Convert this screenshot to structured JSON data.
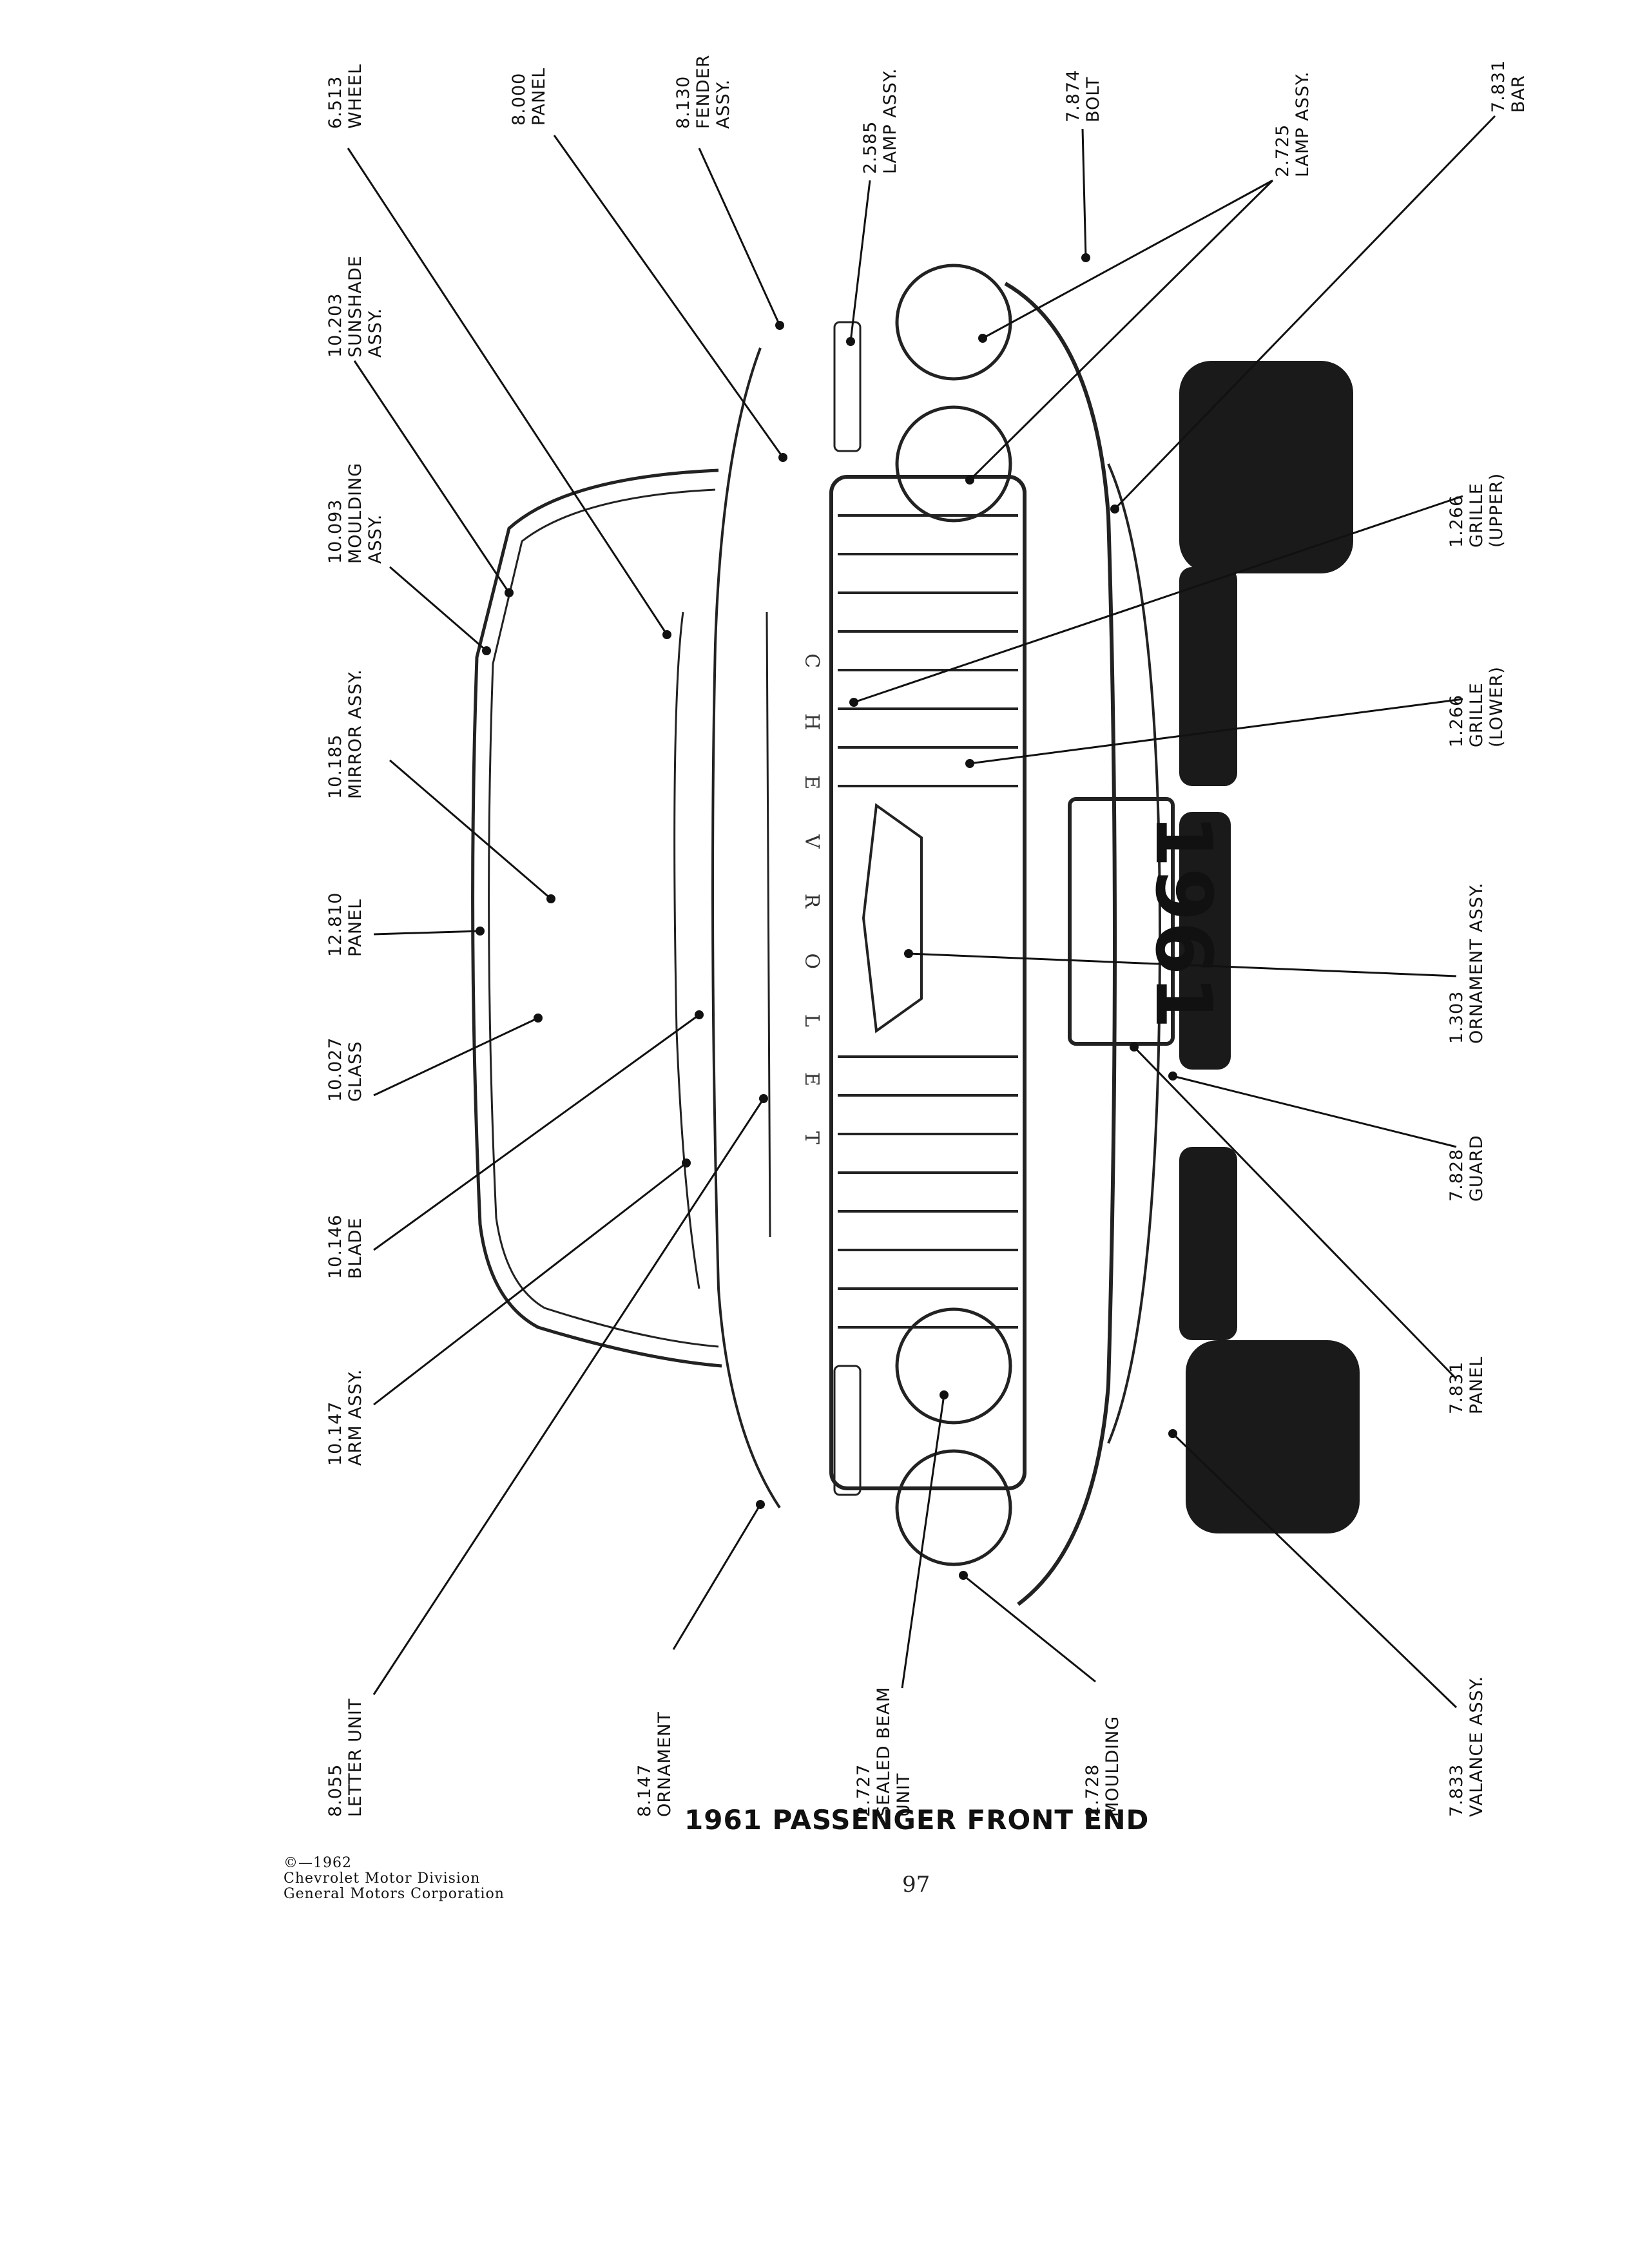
{
  "title": "1961 PASSENGER FRONT END",
  "page_number": "97",
  "copyright": [
    "©—1962",
    "Chevrolet Motor Division",
    "General Motors Corporation"
  ],
  "plate_text": "1961",
  "hood_lettering": "CHEVROLET",
  "labels": [
    {
      "code": "6.513",
      "lines": [
        "WHEEL"
      ]
    },
    {
      "code": "8.000",
      "lines": [
        "PANEL"
      ]
    },
    {
      "code": "8.130",
      "lines": [
        "FENDER",
        "ASSY."
      ]
    },
    {
      "code": "2.585",
      "lines": [
        "LAMP ASSY."
      ]
    },
    {
      "code": "7.874",
      "lines": [
        "BOLT"
      ]
    },
    {
      "code": "2.725",
      "lines": [
        "LAMP ASSY."
      ]
    },
    {
      "code": "7.831",
      "lines": [
        "BAR"
      ]
    },
    {
      "code": "10.203",
      "lines": [
        "SUNSHADE",
        "ASSY."
      ]
    },
    {
      "code": "10.093",
      "lines": [
        "MOULDING",
        "ASSY."
      ]
    },
    {
      "code": "10.185",
      "lines": [
        "MIRROR ASSY."
      ]
    },
    {
      "code": "12.810",
      "lines": [
        "PANEL"
      ]
    },
    {
      "code": "10.027",
      "lines": [
        "GLASS"
      ]
    },
    {
      "code": "10.146",
      "lines": [
        "BLADE"
      ]
    },
    {
      "code": "10.147",
      "lines": [
        "ARM ASSY."
      ]
    },
    {
      "code": "1.266",
      "lines": [
        "GRILLE",
        "(UPPER)"
      ]
    },
    {
      "code": "1.266",
      "lines": [
        "GRILLE",
        "(LOWER)"
      ]
    },
    {
      "code": "1.303",
      "lines": [
        "ORNAMENT ASSY."
      ]
    },
    {
      "code": "7.828",
      "lines": [
        "GUARD"
      ]
    },
    {
      "code": "7.831",
      "lines": [
        "PANEL"
      ]
    },
    {
      "code": "8.055",
      "lines": [
        "LETTER UNIT"
      ]
    },
    {
      "code": "8.147",
      "lines": [
        "ORNAMENT"
      ]
    },
    {
      "code": "2.727",
      "lines": [
        "SEALED BEAM",
        "UNIT"
      ]
    },
    {
      "code": "2.728",
      "lines": [
        "MOULDING"
      ]
    },
    {
      "code": "7.833",
      "lines": [
        "VALANCE ASSY."
      ]
    }
  ]
}
